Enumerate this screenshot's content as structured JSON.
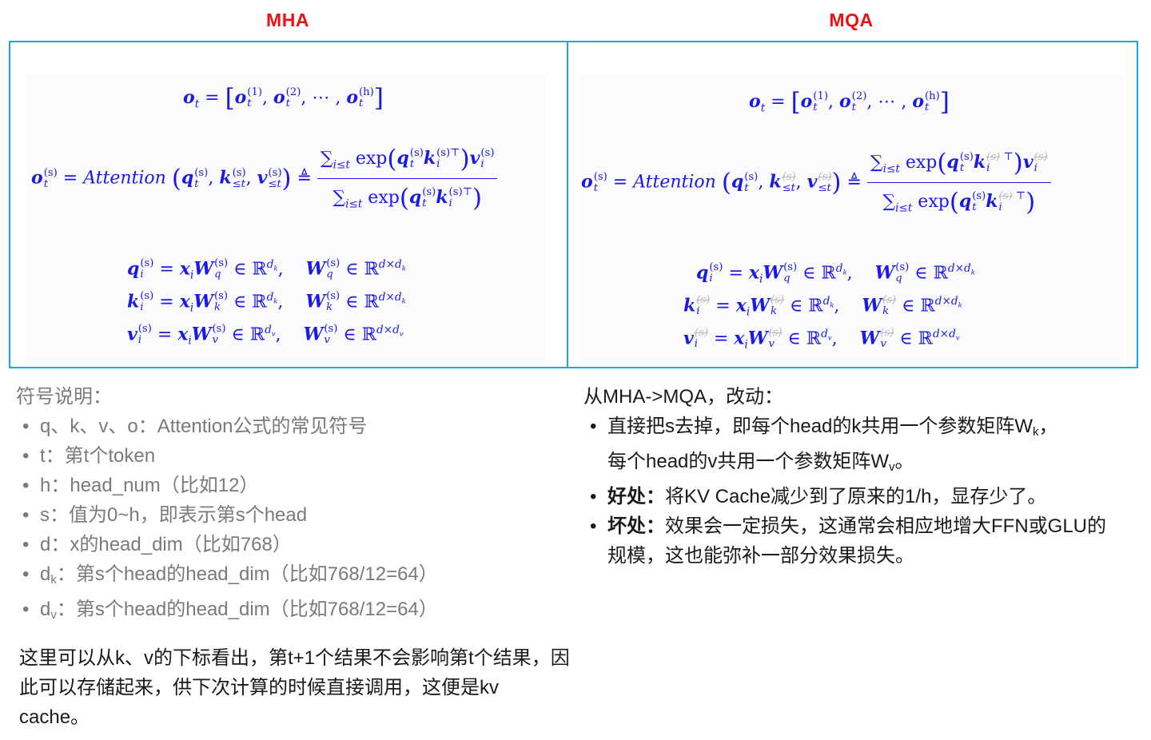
{
  "headers": {
    "left": "MHA",
    "right": "MQA",
    "color": "#ee1111",
    "border_color": "#14a9e6",
    "formula_color": "#1a1ae6"
  },
  "mha": {
    "formula_concat": {
      "lhs": "o",
      "lhs_sub": "t",
      "eq": "=",
      "items": [
        "(1)",
        "(2)",
        "(h)"
      ],
      "ellipsis": "⋯"
    },
    "formula_attention": {
      "lhs_sup": "(s)",
      "func": "Attention",
      "defeq": "≜",
      "sum": "∑",
      "sum_sub": "i≤t",
      "exp": "exp",
      "transpose": "⊤"
    },
    "projections": [
      {
        "lhs": "q",
        "w_sub": "q",
        "space": "ℝ",
        "dim": "d_k",
        "w_dim": "d×d_k"
      },
      {
        "lhs": "k",
        "w_sub": "k",
        "space": "ℝ",
        "dim": "d_k",
        "w_dim": "d×d_k"
      },
      {
        "lhs": "v",
        "w_sub": "v",
        "space": "ℝ",
        "dim": "d_v",
        "w_dim": "d×d_v"
      }
    ]
  },
  "mqa": {
    "note": "Same formulas as MHA with the (s) superscript struck out on k, v, W_k, W_v"
  },
  "left_notes": {
    "heading": "符号说明：",
    "items": [
      "q、k、v、o：Attention公式的常见符号",
      "t：第t个token",
      "h：head_num（比如12）",
      "s：值为0~h，即表示第s个head",
      "d：x的head_dim（比如768）",
      {
        "prefix": "d",
        "sub": "k",
        "text": "：第s个head的head_dim（比如768/12=64）"
      },
      {
        "prefix": "d",
        "sub": "v",
        "text": "：第s个head的head_dim（比如768/12=64）"
      }
    ],
    "item5_text": "：第s个head的head_dim（比如768/12=64）",
    "item6_text": "：第s个head的head_dim（比如768/12=64）"
  },
  "paragraph": "这里可以从k、v的下标看出，第t+1个结果不会影响第t个结果，因此可以存储起来，供下次计算的时候直接调用，这便是kv cache。",
  "right_notes": {
    "heading": "从MHA->MQA，改动：",
    "item1_line1": "直接把s去掉，即每个head的k共用一个参数矩阵W",
    "item1_sub1": "k",
    "item1_tail1": "，",
    "item1_line2": "每个head的v共用一个参数矩阵W",
    "item1_sub2": "v",
    "item1_tail2": "。",
    "item2_label": "好处：",
    "item2_text": "将KV Cache减少到了原来的1/h，显存少了。",
    "item3_label": "坏处：",
    "item3_text": "效果会一定损失，这通常会相应地增大FFN或GLU的规模，这也能弥补一部分效果损失。"
  }
}
